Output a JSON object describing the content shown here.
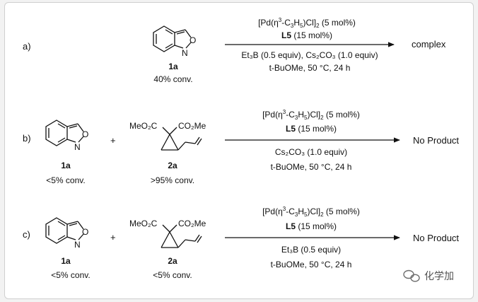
{
  "watermark": {
    "text": "化学加"
  },
  "rows": [
    {
      "label": "a)",
      "reactants": [
        {
          "id": "1a",
          "conv": "40% conv."
        }
      ],
      "conditions": {
        "catalyst": {
          "pre": "[Pd(η",
          "sup": "3",
          "mid": "-C",
          "s1": "3",
          "h": "H",
          "s2": "5",
          "cl": ")Cl]",
          "s3": "2",
          "post": " (5 mol%)"
        },
        "ligand": {
          "name": "L5",
          "load": " (15 mol%)"
        },
        "line3": "Et₃B (0.5 equiv), Cs₂CO₃ (1.0 equiv)",
        "line4": "t-BuOMe, 50 °C, 24 h"
      },
      "product": "complex"
    },
    {
      "label": "b)",
      "reactants": [
        {
          "id": "1a",
          "conv": "<5% conv."
        },
        {
          "id": "2a",
          "conv": ">95% conv."
        }
      ],
      "plus": "+",
      "ester_left": "MeO₂C",
      "ester_right": "CO₂Me",
      "conditions": {
        "catalyst": {
          "pre": "[Pd(η",
          "sup": "3",
          "mid": "-C",
          "s1": "3",
          "h": "H",
          "s2": "5",
          "cl": ")Cl]",
          "s3": "2",
          "post": " (5 mol%)"
        },
        "ligand": {
          "name": "L5",
          "load": " (15 mol%)"
        },
        "line3": "Cs₂CO₃ (1.0 equiv)",
        "line4": "t-BuOMe, 50 °C, 24 h"
      },
      "product": "No Product"
    },
    {
      "label": "c)",
      "reactants": [
        {
          "id": "1a",
          "conv": "<5% conv."
        },
        {
          "id": "2a",
          "conv": "<5% conv."
        }
      ],
      "plus": "+",
      "ester_left": "MeO₂C",
      "ester_right": "CO₂Me",
      "conditions": {
        "catalyst": {
          "pre": "[Pd(η",
          "sup": "3",
          "mid": "-C",
          "s1": "3",
          "h": "H",
          "s2": "5",
          "cl": ")Cl]",
          "s3": "2",
          "post": " (5 mol%)"
        },
        "ligand": {
          "name": "L5",
          "load": " (15 mol%)"
        },
        "line3": "Et₃B (0.5 equiv)",
        "line4": "t-BuOMe, 50 °C, 24 h"
      },
      "product": "No Product"
    }
  ],
  "atoms": {
    "O": "O",
    "N": "N"
  }
}
